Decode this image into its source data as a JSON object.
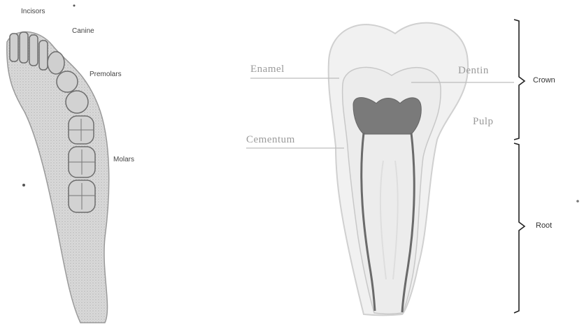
{
  "jaw": {
    "labels": [
      "Incisors",
      "Canine",
      "Premolars",
      "Molars"
    ]
  },
  "tooth": {
    "labels": [
      "Enamel",
      "Dentin",
      "Cementum",
      "Pulp"
    ]
  },
  "sections": [
    "Crown",
    "Root"
  ],
  "colors": {
    "pulp": "#7a7a7a",
    "outline": "#8c8c8c",
    "jaw": "#a8a8a8",
    "bracket": "#222222"
  }
}
